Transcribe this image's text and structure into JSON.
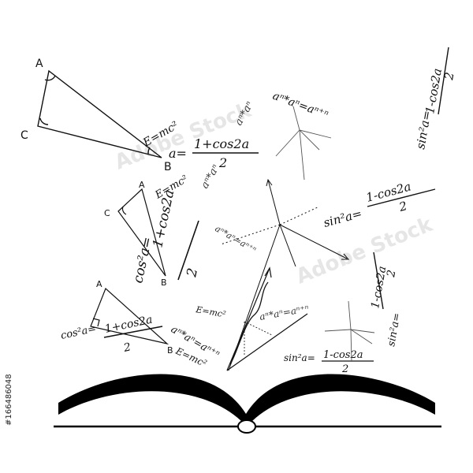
{
  "watermark": "Adobe Stock",
  "stock_id": "#166486048",
  "triangle_labels": {
    "a": "A",
    "b": "B",
    "c": "C"
  },
  "formulas": {
    "emc2": "E=mc²",
    "sin2_frac": "sin²a=",
    "cos2_frac": "cos²a=",
    "a_eq": "a=",
    "num_plus": "1+cos2a",
    "num_minus": "1-cos2a",
    "den": "2",
    "a_power": "aⁿ*aⁿ=aⁿ⁺ⁿ",
    "a_power_short": "aⁿ*aⁿ"
  },
  "colors": {
    "ink": "#111111",
    "book": "#000000",
    "background": "#ffffff"
  }
}
